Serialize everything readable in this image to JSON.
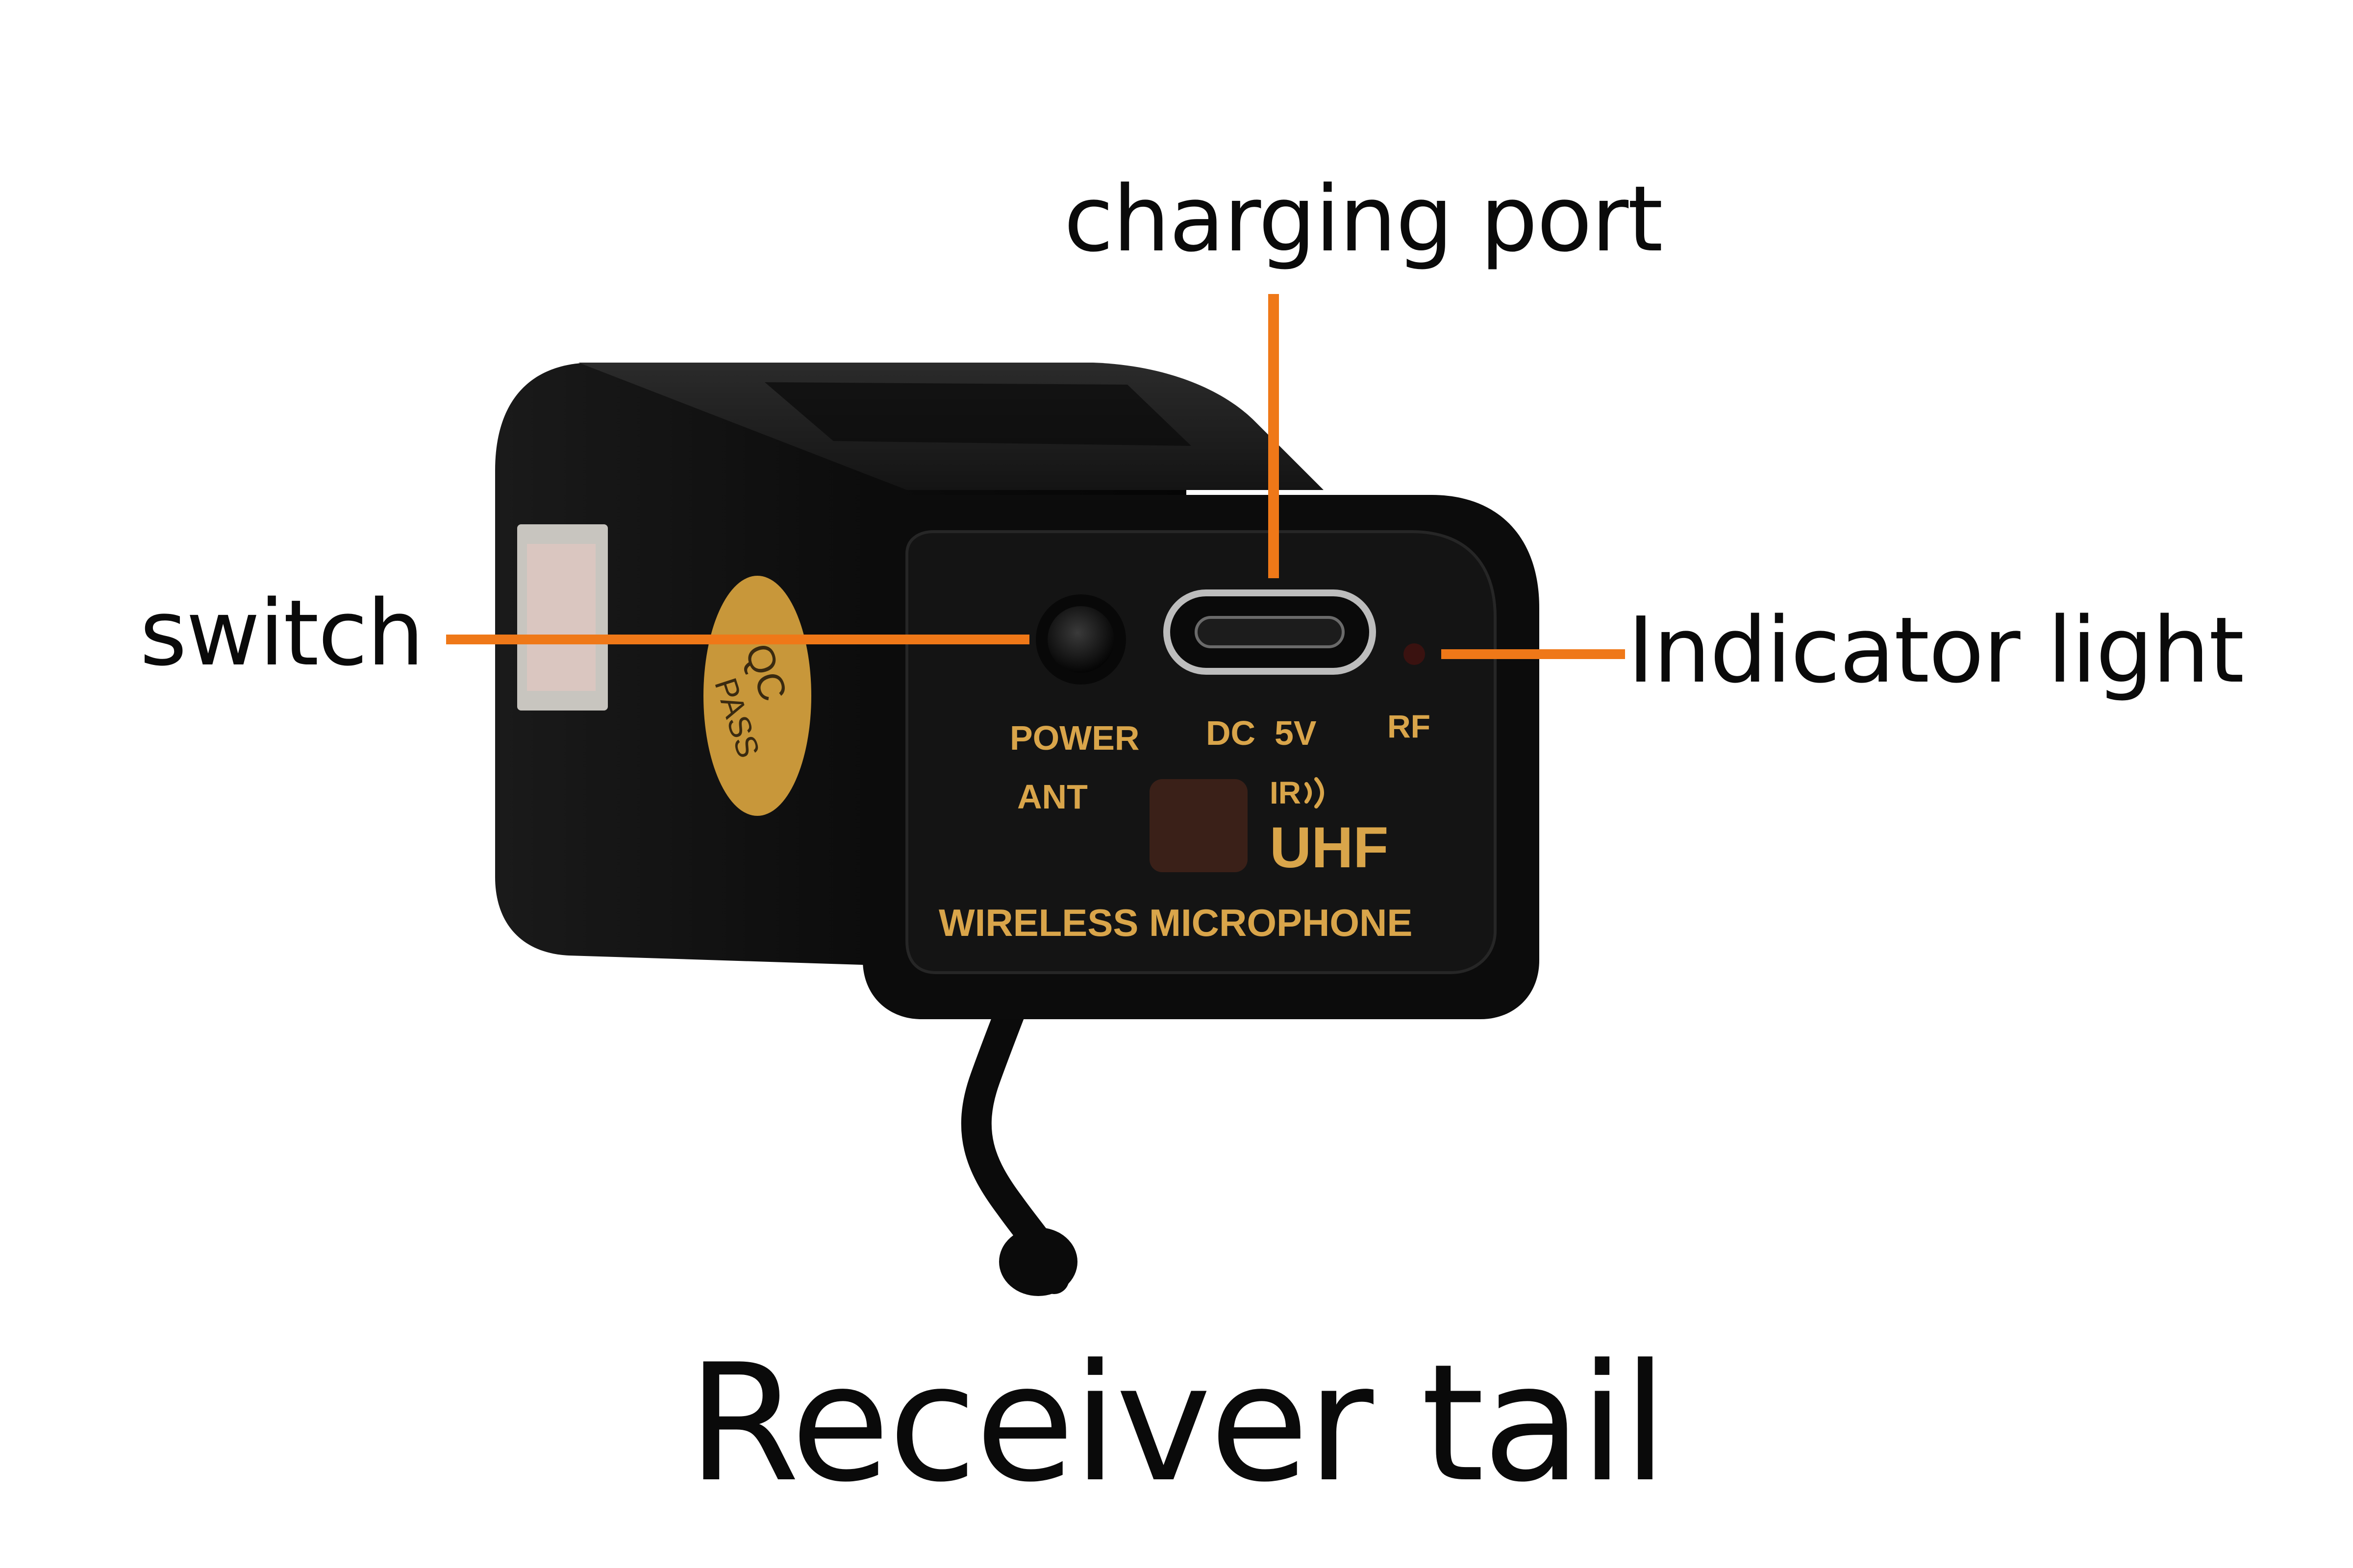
{
  "title": "Receiver tail",
  "callouts": {
    "charging_port": "charging port",
    "switch": "switch",
    "indicator_light": "Indicator light"
  },
  "device_markings": {
    "qc_line1": "QC",
    "qc_line2": "PASS",
    "power": "POWER",
    "dc_5v": "DC  5V",
    "rf": "RF",
    "ant": "ANT",
    "ir": "IR",
    "uhf": "UHF",
    "wireless_microphone": "WIRELESS MICROPHONE"
  },
  "colors": {
    "leader_line": "#ef7818",
    "device_body": "#111111",
    "printed_text": "#d9a54a",
    "qc_sticker": "#c8973a"
  }
}
